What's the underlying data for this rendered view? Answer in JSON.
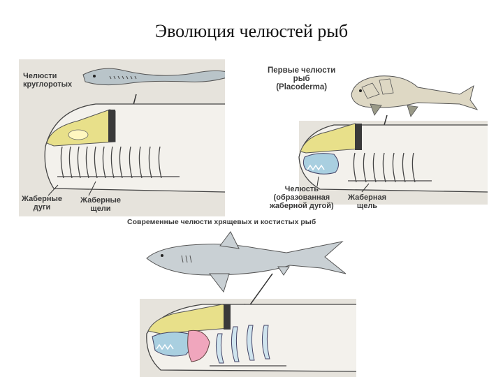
{
  "title": "Эволюция челюстей рыб",
  "panels": {
    "cyclostomes": {
      "label_jaws": [
        "Челюсти",
        "круглоротых"
      ],
      "label_arches": [
        "Жаберные",
        "дуги"
      ],
      "label_slits": [
        "Жаберные",
        "щели"
      ]
    },
    "placoderms": {
      "label_title": [
        "Первые челюсти",
        "рыб",
        "(Placoderma)"
      ],
      "label_jaw": [
        "Челюсть",
        "(образованная",
        "жаберной дугой)"
      ],
      "label_slit": [
        "Жаберная",
        "щель"
      ]
    },
    "modern": {
      "label_title": "Современные челюсти хрящевых и костистых рыб"
    }
  },
  "colors": {
    "panel_bg": "#e6e3dc",
    "skull_yellow": "#e8e08a",
    "jaw_blue": "#a9cfe0",
    "jaw_pink": "#f0a6bd",
    "outline": "#444444"
  }
}
